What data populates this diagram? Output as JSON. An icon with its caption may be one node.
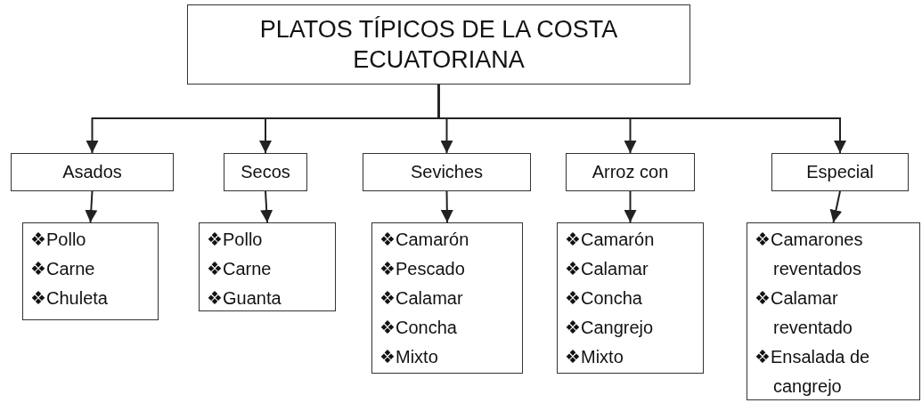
{
  "diagram": {
    "nodes": [
      {
        "text": [
          "PLATOS TÍPICOS DE LA COSTA ECUATORIANA"
        ]
      },
      {
        "text": [
          "Asados"
        ]
      },
      {
        "text": [
          "Secos"
        ]
      },
      {
        "text": [
          "Seviches"
        ]
      },
      {
        "text": [
          "Arroz con"
        ]
      },
      {
        "text": [
          "Especial"
        ]
      },
      {
        "text": [
          "❖Pollo",
          "❖Carne",
          "❖Chuleta"
        ]
      },
      {
        "text": [
          "❖Pollo",
          "❖Carne",
          "❖Guanta"
        ]
      },
      {
        "text": [
          "❖Camarón",
          "❖Pescado",
          "❖Calamar",
          "❖Concha",
          "❖Mixto"
        ]
      },
      {
        "text": [
          "❖Camarón",
          "❖Calamar",
          "❖Concha",
          "❖Cangrejo",
          "❖Mixto"
        ]
      },
      {
        "text": [
          "❖Camarones reventados",
          "❖Calamar reventado",
          "❖Ensalada de cangrejo"
        ]
      }
    ],
    "edges": [
      {
        "from": 0,
        "to": 1,
        "arrow": "to"
      },
      {
        "from": 0,
        "to": 2,
        "arrow": "to"
      },
      {
        "from": 0,
        "to": 3,
        "arrow": "to"
      },
      {
        "from": 0,
        "to": 4,
        "arrow": "to"
      },
      {
        "from": 0,
        "to": 5,
        "arrow": "to"
      },
      {
        "from": 1,
        "to": 6,
        "arrow": "to"
      },
      {
        "from": 2,
        "to": 7,
        "arrow": "to"
      },
      {
        "from": 3,
        "to": 8,
        "arrow": "to"
      },
      {
        "from": 4,
        "to": 9,
        "arrow": "to"
      },
      {
        "from": 5,
        "to": 10,
        "arrow": "to"
      }
    ]
  }
}
